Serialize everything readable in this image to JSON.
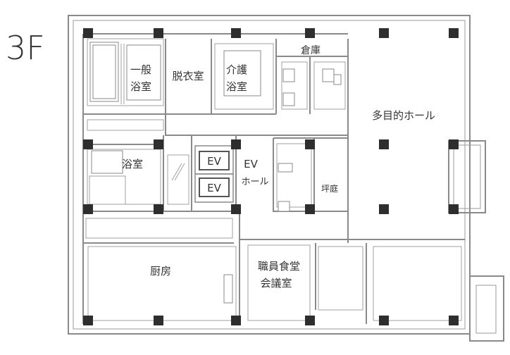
{
  "floor_label": "3F",
  "rooms": {
    "general_bath_line1": "一般",
    "general_bath_line2": "浴室",
    "changing_room": "脱衣室",
    "care_bath_line1": "介護",
    "care_bath_line2": "浴室",
    "storage": "倉庫",
    "multipurpose_hall": "多目的ホール",
    "bathroom": "浴室",
    "elevator_1": "EV",
    "elevator_2": "EV",
    "ev_hall_line1": "EV",
    "ev_hall_line2": "ホール",
    "courtyard": "坪庭",
    "kitchen": "厨房",
    "staff_dining_line1": "職員食堂",
    "staff_dining_line2": "会議室"
  },
  "colors": {
    "wall": "#8a8a8a",
    "column": "#2e2e2e",
    "text": "#333333"
  }
}
